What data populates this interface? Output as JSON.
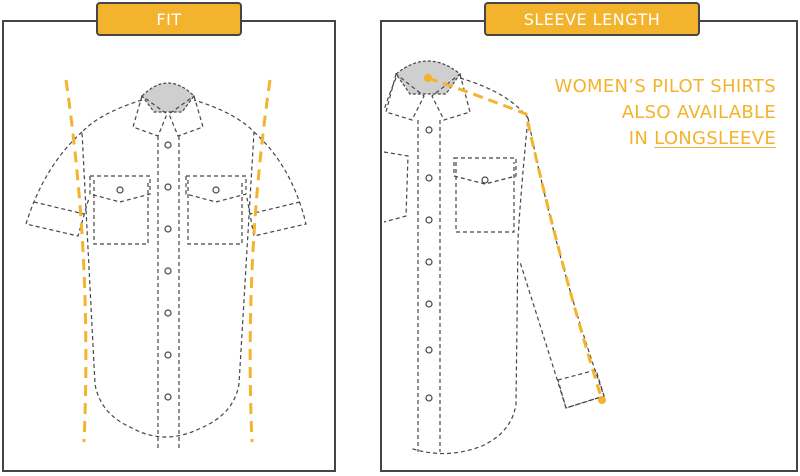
{
  "panels": {
    "fit": {
      "label": "FIT"
    },
    "sleeve": {
      "label": "SLEEVE LENGTH",
      "note_line1": "WOMEN’S PILOT SHIRTS",
      "note_line2": "ALSO AVAILABLE",
      "note_line3_prefix": "IN ",
      "note_line3_link": "LONGSLEEVE"
    }
  },
  "colors": {
    "accent": "#f4b32c",
    "outline": "#454545",
    "collar_fill": "#cfcfcf"
  }
}
